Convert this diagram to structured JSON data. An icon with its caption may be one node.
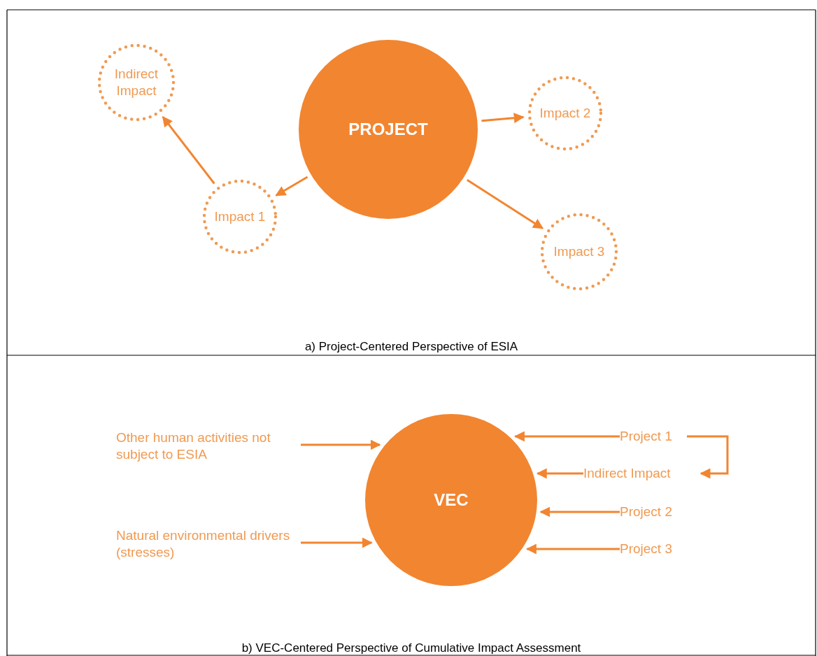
{
  "diagram": {
    "nodes": [
      {
        "text": [
          "PROJECT"
        ]
      },
      {
        "text": [
          "Indirect Impact"
        ]
      },
      {
        "text": [
          "Impact 2"
        ]
      },
      {
        "text": [
          "Impact 1"
        ]
      },
      {
        "text": [
          "Impact 3"
        ]
      },
      {
        "text": [
          "VEC"
        ]
      },
      {
        "text": [
          "Other human activities not subject to ESIA"
        ]
      },
      {
        "text": [
          "Natural environmental drivers (stresses)"
        ]
      },
      {
        "text": [
          "Project 1"
        ]
      },
      {
        "text": [
          "Indirect Impact"
        ]
      },
      {
        "text": [
          "Project 2"
        ]
      },
      {
        "text": [
          "Project 3"
        ]
      }
    ],
    "edges": [
      {
        "from": 0,
        "to": 3,
        "arrow": "to"
      },
      {
        "from": 3,
        "to": 1,
        "arrow": "to"
      },
      {
        "from": 0,
        "to": 2,
        "arrow": "to"
      },
      {
        "from": 0,
        "to": 4,
        "arrow": "to"
      },
      {
        "from": 6,
        "to": 5,
        "arrow": "to"
      },
      {
        "from": 7,
        "to": 5,
        "arrow": "to"
      },
      {
        "from": 8,
        "to": 5,
        "arrow": "to"
      },
      {
        "from": 8,
        "to": 9,
        "arrow": "to"
      },
      {
        "from": 9,
        "to": 5,
        "arrow": "to"
      },
      {
        "from": 10,
        "to": 5,
        "arrow": "to"
      },
      {
        "from": 11,
        "to": 5,
        "arrow": "to"
      }
    ],
    "labels": [
      "a) Project-Centered Perspective of ESIA",
      "b) VEC-Centered Perspective of Cumulative Impact Assessment"
    ]
  }
}
